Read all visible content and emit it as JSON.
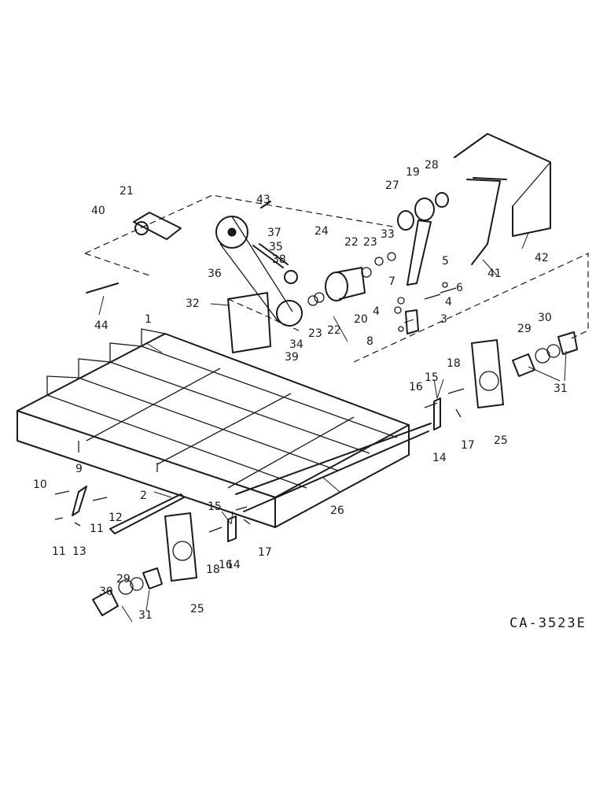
{
  "figure_code": "CA-3523E",
  "callouts": [
    {
      "id": "c1",
      "text": "1"
    },
    {
      "id": "c2",
      "text": "2"
    },
    {
      "id": "c3",
      "text": "3"
    },
    {
      "id": "c4a",
      "text": "4"
    },
    {
      "id": "c4b",
      "text": "4"
    },
    {
      "id": "c5",
      "text": "5"
    },
    {
      "id": "c6",
      "text": "6"
    },
    {
      "id": "c7",
      "text": "7"
    },
    {
      "id": "c8",
      "text": "8"
    },
    {
      "id": "c9",
      "text": "9"
    },
    {
      "id": "c10",
      "text": "10"
    },
    {
      "id": "c11a",
      "text": "11"
    },
    {
      "id": "c11b",
      "text": "11"
    },
    {
      "id": "c12",
      "text": "12"
    },
    {
      "id": "c13",
      "text": "13"
    },
    {
      "id": "c14a",
      "text": "14"
    },
    {
      "id": "c14b",
      "text": "14"
    },
    {
      "id": "c15a",
      "text": "15"
    },
    {
      "id": "c15b",
      "text": "15"
    },
    {
      "id": "c16a",
      "text": "16"
    },
    {
      "id": "c16b",
      "text": "16"
    },
    {
      "id": "c17a",
      "text": "17"
    },
    {
      "id": "c17b",
      "text": "17"
    },
    {
      "id": "c18a",
      "text": "18"
    },
    {
      "id": "c18b",
      "text": "18"
    },
    {
      "id": "c19",
      "text": "19"
    },
    {
      "id": "c20",
      "text": "20"
    },
    {
      "id": "c21",
      "text": "21"
    },
    {
      "id": "c22a",
      "text": "22"
    },
    {
      "id": "c22b",
      "text": "22"
    },
    {
      "id": "c23a",
      "text": "23"
    },
    {
      "id": "c23b",
      "text": "23"
    },
    {
      "id": "c24",
      "text": "24"
    },
    {
      "id": "c25a",
      "text": "25"
    },
    {
      "id": "c25b",
      "text": "25"
    },
    {
      "id": "c26",
      "text": "26"
    },
    {
      "id": "c27",
      "text": "27"
    },
    {
      "id": "c28",
      "text": "28"
    },
    {
      "id": "c29a",
      "text": "29"
    },
    {
      "id": "c29b",
      "text": "29"
    },
    {
      "id": "c30a",
      "text": "30"
    },
    {
      "id": "c30b",
      "text": "30"
    },
    {
      "id": "c31a",
      "text": "31"
    },
    {
      "id": "c31b",
      "text": "31"
    },
    {
      "id": "c32",
      "text": "32"
    },
    {
      "id": "c33",
      "text": "33"
    },
    {
      "id": "c34",
      "text": "34"
    },
    {
      "id": "c35",
      "text": "35"
    },
    {
      "id": "c36",
      "text": "36"
    },
    {
      "id": "c37",
      "text": "37"
    },
    {
      "id": "c38",
      "text": "38"
    },
    {
      "id": "c39",
      "text": "39"
    },
    {
      "id": "c40",
      "text": "40"
    },
    {
      "id": "c41",
      "text": "41"
    },
    {
      "id": "c42",
      "text": "42"
    },
    {
      "id": "c43",
      "text": "43"
    },
    {
      "id": "c44",
      "text": "44"
    }
  ]
}
